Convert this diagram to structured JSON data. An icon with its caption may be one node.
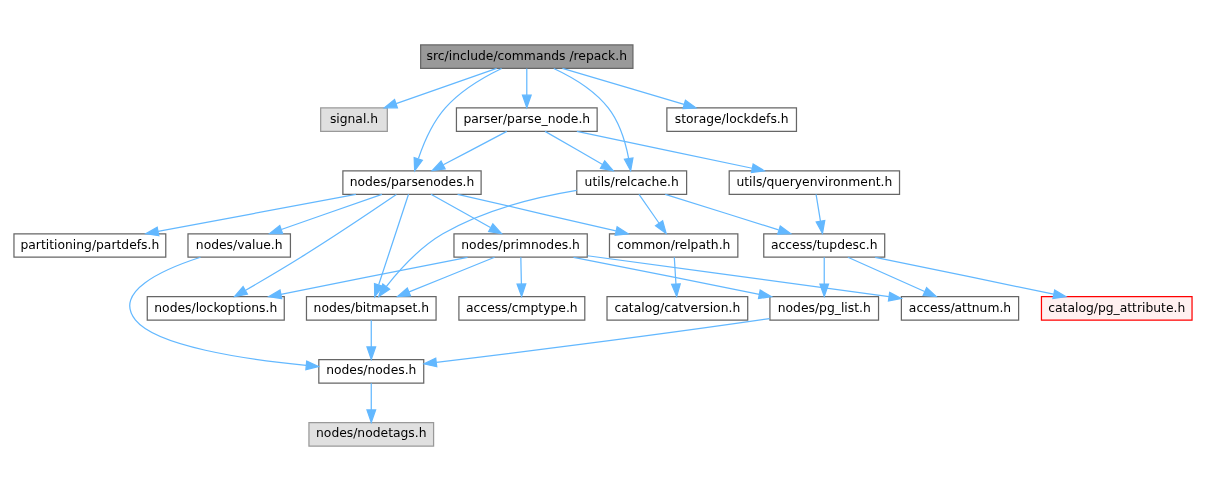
{
  "diagram": {
    "nodes": [
      {
        "text": [
          "src/include/commands /repack.h"
        ]
      },
      {
        "text": [
          "signal.h"
        ]
      },
      {
        "text": [
          "parser/parse_node.h"
        ]
      },
      {
        "text": [
          "storage/lockdefs.h"
        ]
      },
      {
        "text": [
          "nodes/parsenodes.h"
        ]
      },
      {
        "text": [
          "utils/queryenvironment.h"
        ]
      },
      {
        "text": [
          "utils/relcache.h"
        ]
      },
      {
        "text": [
          "nodes/value.h"
        ]
      },
      {
        "text": [
          "nodes/primnodes.h"
        ]
      },
      {
        "text": [
          "partitioning/partdefs.h"
        ]
      },
      {
        "text": [
          "access/tupdesc.h"
        ]
      },
      {
        "text": [
          "common/relpath.h"
        ]
      },
      {
        "text": [
          "nodes/lockoptions.h"
        ]
      },
      {
        "text": [
          "nodes/bitmapset.h"
        ]
      },
      {
        "text": [
          "access/cmptype.h"
        ]
      },
      {
        "text": [
          "access/attnum.h"
        ]
      },
      {
        "text": [
          "nodes/pg_list.h"
        ]
      },
      {
        "text": [
          "catalog/pg_attribute.h"
        ]
      },
      {
        "text": [
          "catalog/catversion.h"
        ]
      },
      {
        "text": [
          "nodes/nodes.h"
        ]
      },
      {
        "text": [
          "nodes/nodetags.h"
        ]
      }
    ],
    "edges": [
      {
        "from": 0,
        "to": 1,
        "arrow": "to"
      },
      {
        "from": 0,
        "to": 4,
        "arrow": "to"
      },
      {
        "from": 0,
        "to": 2,
        "arrow": "to"
      },
      {
        "from": 0,
        "to": 6,
        "arrow": "to"
      },
      {
        "from": 0,
        "to": 3,
        "arrow": "to"
      },
      {
        "from": 2,
        "to": 4,
        "arrow": "to"
      },
      {
        "from": 2,
        "to": 5,
        "arrow": "to"
      },
      {
        "from": 2,
        "to": 6,
        "arrow": "to"
      },
      {
        "from": 4,
        "to": 7,
        "arrow": "to"
      },
      {
        "from": 4,
        "to": 12,
        "arrow": "to"
      },
      {
        "from": 4,
        "to": 13,
        "arrow": "to"
      },
      {
        "from": 4,
        "to": 8,
        "arrow": "to"
      },
      {
        "from": 4,
        "to": 9,
        "arrow": "to"
      },
      {
        "from": 4,
        "to": 11,
        "arrow": "to"
      },
      {
        "from": 5,
        "to": 10,
        "arrow": "to"
      },
      {
        "from": 6,
        "to": 13,
        "arrow": "to"
      },
      {
        "from": 6,
        "to": 10,
        "arrow": "to"
      },
      {
        "from": 6,
        "to": 11,
        "arrow": "to"
      },
      {
        "from": 7,
        "to": 19,
        "arrow": "to"
      },
      {
        "from": 8,
        "to": 12,
        "arrow": "to"
      },
      {
        "from": 8,
        "to": 13,
        "arrow": "to"
      },
      {
        "from": 8,
        "to": 14,
        "arrow": "to"
      },
      {
        "from": 8,
        "to": 15,
        "arrow": "to"
      },
      {
        "from": 8,
        "to": 16,
        "arrow": "to"
      },
      {
        "from": 10,
        "to": 15,
        "arrow": "to"
      },
      {
        "from": 10,
        "to": 16,
        "arrow": "to"
      },
      {
        "from": 10,
        "to": 17,
        "arrow": "to"
      },
      {
        "from": 11,
        "to": 18,
        "arrow": "to"
      },
      {
        "from": 13,
        "to": 19,
        "arrow": "to"
      },
      {
        "from": 16,
        "to": 19,
        "arrow": "to"
      },
      {
        "from": 19,
        "to": 20,
        "arrow": "to"
      }
    ]
  }
}
